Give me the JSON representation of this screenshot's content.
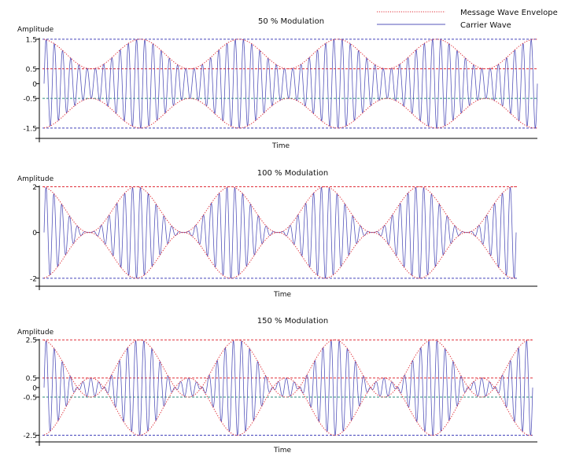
{
  "legend": {
    "placement": "top-right",
    "entries": [
      {
        "label": "Message Wave Envelope",
        "color": "#e0303a",
        "style": "dotted"
      },
      {
        "label": "Carrier Wave",
        "color": "#5555bb",
        "style": "solid"
      }
    ]
  },
  "colors": {
    "envelope": "#e0303a",
    "carrier": "#5555bb",
    "ref_blue": "#4444bb",
    "ref_red": "#e0303a",
    "ref_green": "#2a8a7a",
    "axis": "#000000"
  },
  "chart_data": [
    {
      "type": "line",
      "title": "50 % Modulation",
      "xlabel": "Time",
      "ylabel": "Amplitude",
      "yticks": [
        "1.5",
        "0.5",
        "0",
        "-0.5",
        "-1.5"
      ],
      "ylim": [
        -1.85,
        1.55
      ],
      "modulation_index": 0.5,
      "message_cycles": 5,
      "carrier_cycles": 60,
      "reference_lines": [
        1.5,
        0.5,
        -0.5,
        -1.5
      ],
      "series": [
        {
          "name": "Message Wave Envelope",
          "formula": "±(1 + 0.5·cos(2π·5t))"
        },
        {
          "name": "Carrier Wave",
          "formula": "(1 + 0.5·cos(2π·5t))·sin(2π·60t)"
        }
      ]
    },
    {
      "type": "line",
      "title": "100 % Modulation",
      "xlabel": "Time",
      "ylabel": "Amplitude",
      "yticks": [
        "2",
        "0",
        "-2"
      ],
      "ylim": [
        -2.35,
        2.05
      ],
      "modulation_index": 1.0,
      "message_cycles": 5,
      "carrier_cycles": 60,
      "reference_lines": [
        2,
        -2
      ],
      "series": [
        {
          "name": "Message Wave Envelope",
          "formula": "±(1 + 1.0·cos(2π·5t))"
        },
        {
          "name": "Carrier Wave",
          "formula": "(1 + 1.0·cos(2π·5t))·sin(2π·60t)"
        }
      ]
    },
    {
      "type": "line",
      "title": "150 % Modulation",
      "xlabel": "Time",
      "ylabel": "Amplitude",
      "yticks": [
        "2.5",
        "0.5",
        "0",
        "-0.5",
        "-2.5"
      ],
      "ylim": [
        -2.85,
        2.55
      ],
      "modulation_index": 1.5,
      "message_cycles": 5,
      "carrier_cycles": 60,
      "reference_lines": [
        2.5,
        0.5,
        -0.5,
        -2.5
      ],
      "series": [
        {
          "name": "Message Wave Envelope",
          "formula": "±(1 + 1.5·cos(2π·5t))"
        },
        {
          "name": "Carrier Wave",
          "formula": "(1 + 1.5·cos(2π·5t))·sin(2π·60t)"
        }
      ]
    }
  ]
}
